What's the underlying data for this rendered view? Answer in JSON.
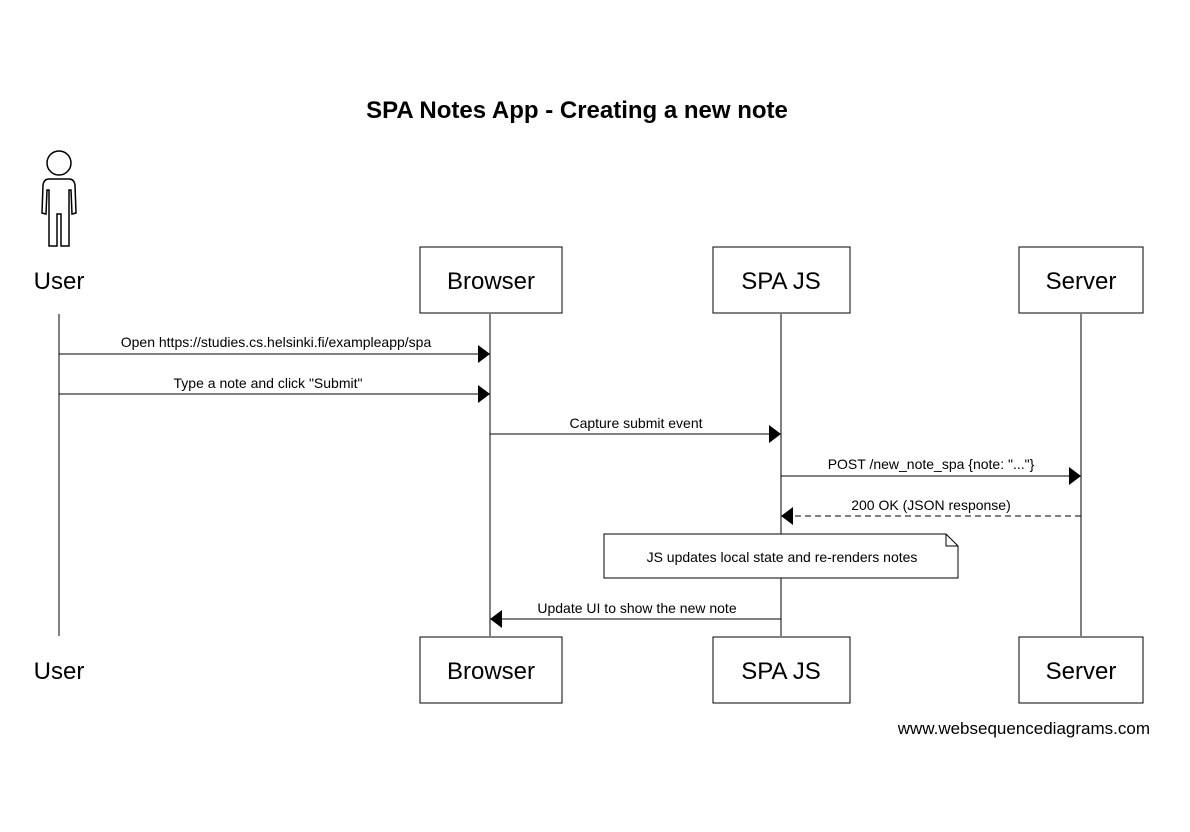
{
  "title": "SPA Notes App - Creating a new note",
  "participants": [
    {
      "id": "user",
      "label": "User",
      "kind": "actor"
    },
    {
      "id": "browser",
      "label": "Browser",
      "kind": "box"
    },
    {
      "id": "spajs",
      "label": "SPA JS",
      "kind": "box"
    },
    {
      "id": "server",
      "label": "Server",
      "kind": "box"
    }
  ],
  "messages": [
    {
      "from": "user",
      "to": "browser",
      "label": "Open https://studies.cs.helsinki.fi/exampleapp/spa",
      "style": "solid"
    },
    {
      "from": "user",
      "to": "browser",
      "label": "Type a note and click \"Submit\"",
      "style": "solid"
    },
    {
      "from": "browser",
      "to": "spajs",
      "label": "Capture submit event",
      "style": "solid"
    },
    {
      "from": "spajs",
      "to": "server",
      "label": "POST /new_note_spa {note: \"...\"}",
      "style": "solid"
    },
    {
      "from": "server",
      "to": "spajs",
      "label": "200 OK (JSON response)",
      "style": "dashed"
    },
    {
      "from": "spajs",
      "to": "browser",
      "label": "Update UI to show the new note",
      "style": "solid"
    }
  ],
  "note": {
    "over": "spajs",
    "text": "JS updates local state and re-renders notes"
  },
  "footer": "www.websequencediagrams.com"
}
